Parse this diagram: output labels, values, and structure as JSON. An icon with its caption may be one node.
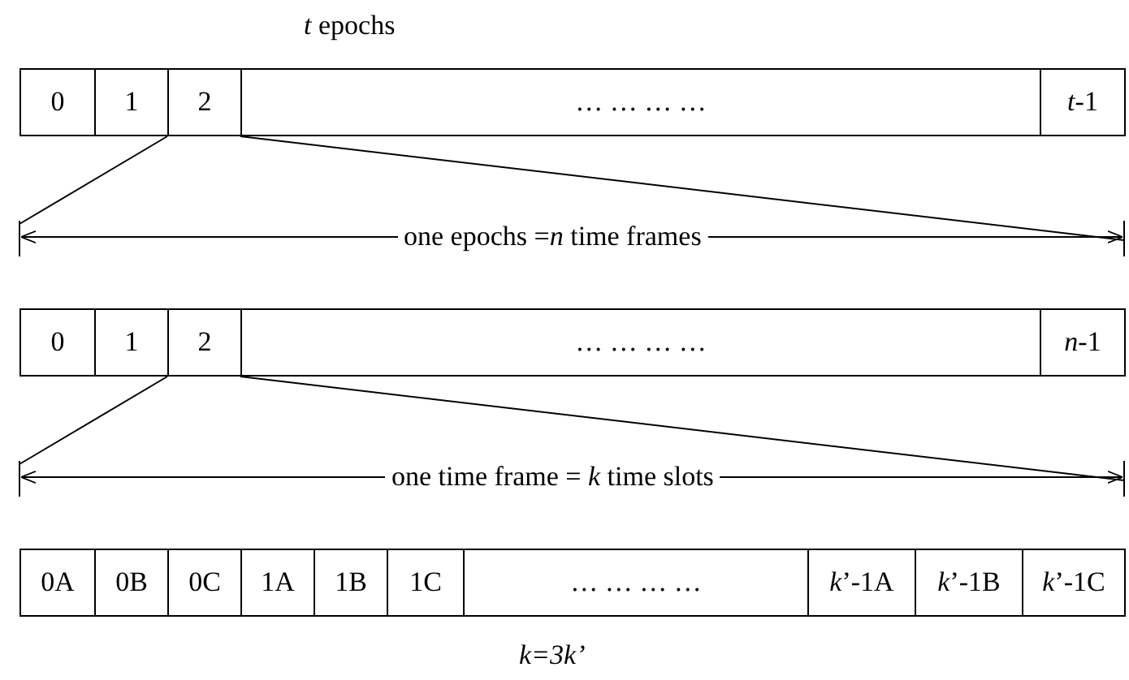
{
  "diagram": {
    "title": "*t* epochs",
    "caption": "k=3k’",
    "nodes": [
      {
        "text": [
          "0"
        ]
      },
      {
        "text": [
          "1"
        ]
      },
      {
        "text": [
          "2"
        ]
      },
      {
        "text": [
          "… … … …"
        ]
      },
      {
        "text": [
          "*t*-1"
        ]
      },
      {
        "text": [
          "0"
        ]
      },
      {
        "text": [
          "1"
        ]
      },
      {
        "text": [
          "2"
        ]
      },
      {
        "text": [
          "… … … …"
        ]
      },
      {
        "text": [
          "*n*-1"
        ]
      },
      {
        "text": [
          "0A"
        ]
      },
      {
        "text": [
          "0B"
        ]
      },
      {
        "text": [
          "0C"
        ]
      },
      {
        "text": [
          "1A"
        ]
      },
      {
        "text": [
          "1B"
        ]
      },
      {
        "text": [
          "1C"
        ]
      },
      {
        "text": [
          "… … … …"
        ]
      },
      {
        "text": [
          "*k*’-1A"
        ]
      },
      {
        "text": [
          "*k*’-1B"
        ]
      },
      {
        "text": [
          "*k*’-1C"
        ]
      }
    ],
    "edges": [
      {
        "from": 2,
        "to": null,
        "arrow": "none"
      },
      {
        "from": 2,
        "to": null,
        "arrow": "none"
      },
      {
        "from": 7,
        "to": null,
        "arrow": "none"
      },
      {
        "from": 7,
        "to": null,
        "arrow": "none"
      }
    ],
    "labels": [
      "one epochs =*n* time frames",
      "one time frame = *k* time slots"
    ]
  }
}
